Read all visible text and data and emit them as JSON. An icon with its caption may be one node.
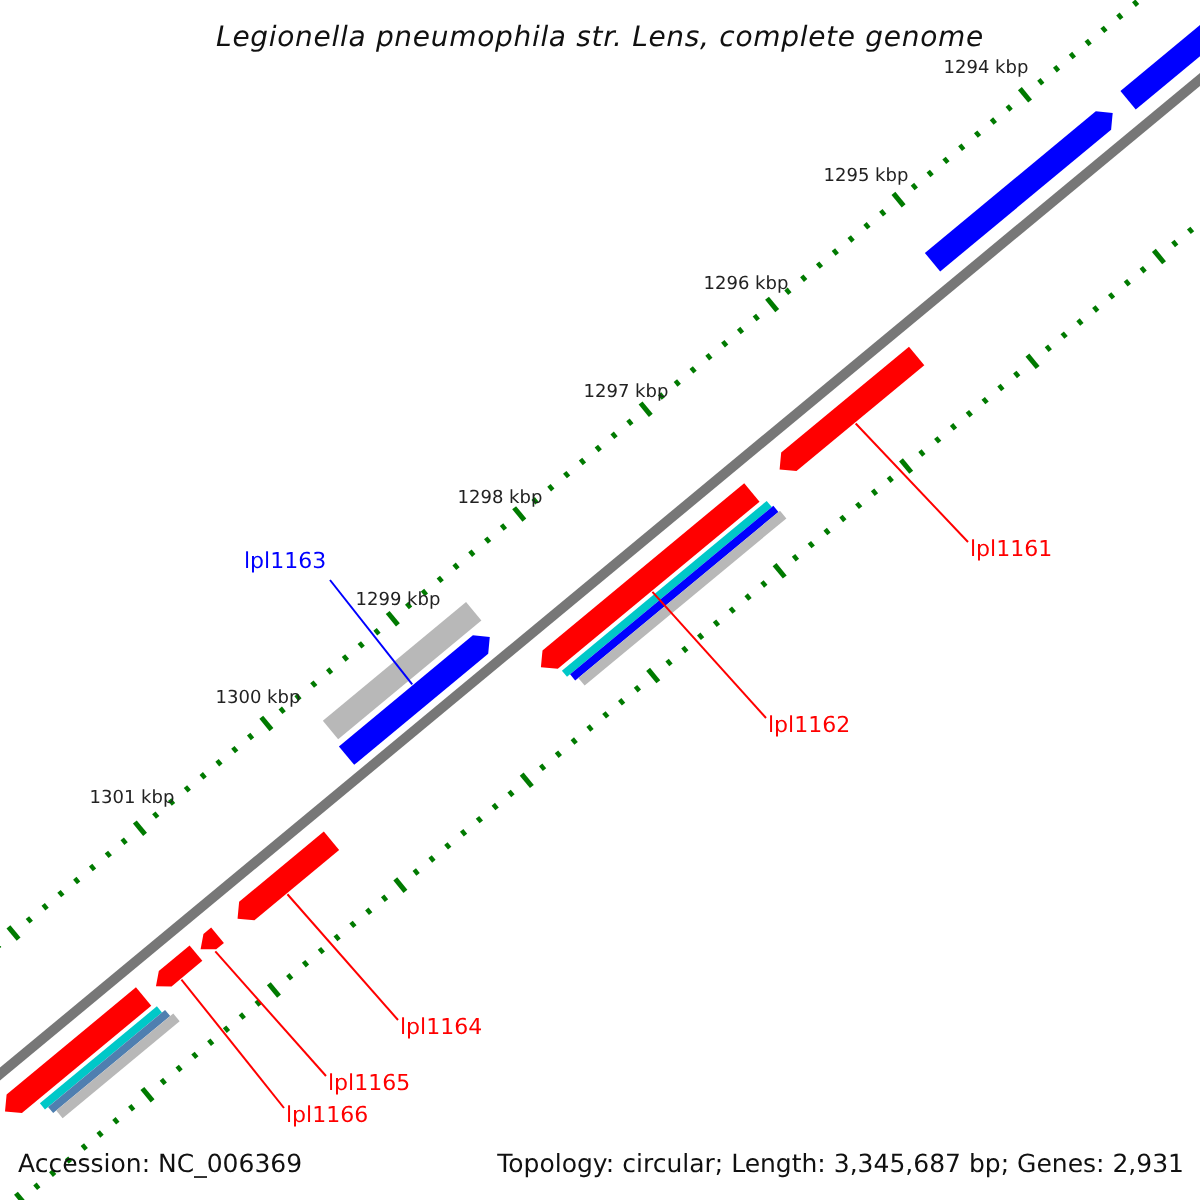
{
  "diagram": {
    "title": "Legionella pneumophila str. Lens, complete genome",
    "nodes": [
      {
        "text": [
          "lpl1161"
        ]
      },
      {
        "text": [
          "lpl1163"
        ]
      },
      {
        "text": [
          "lpl1162"
        ]
      },
      {
        "text": [
          "lpl1164"
        ]
      },
      {
        "text": [
          "lpl1165"
        ]
      },
      {
        "text": [
          "lpl1166"
        ]
      },
      {
        "text": [],
        "shape": "bar"
      },
      {
        "text": [],
        "shape": "bar"
      },
      {
        "text": [],
        "shape": "bar"
      },
      {
        "text": [],
        "shape": "bar"
      },
      {
        "text": [],
        "shape": "bar"
      },
      {
        "text": [],
        "shape": "bar"
      },
      {
        "text": [],
        "shape": "bar"
      },
      {
        "text": [],
        "shape": "bar"
      },
      {
        "text": [],
        "shape": "bar"
      },
      {
        "text": [],
        "shape": "bar"
      },
      {
        "text": [],
        "shape": "bar"
      },
      {
        "text": [],
        "shape": "bar"
      },
      {
        "text": [],
        "shape": "bar"
      },
      {
        "text": [],
        "shape": "bar"
      },
      {
        "text": [],
        "shape": "bar"
      },
      {
        "text": [],
        "shape": "bar"
      }
    ],
    "edges": [
      {
        "from": 0,
        "to": 8,
        "arrow": "none"
      },
      {
        "from": 1,
        "to": 14,
        "arrow": "none",
        "color": "#0000ff"
      },
      {
        "from": 2,
        "to": 9,
        "arrow": "none"
      },
      {
        "from": 3,
        "to": 15,
        "arrow": "none"
      },
      {
        "from": 4,
        "to": 16,
        "arrow": "none"
      },
      {
        "from": 5,
        "to": 17,
        "arrow": "none"
      }
    ],
    "labels": [
      "1294 kbp",
      "1295 kbp",
      "1296 kbp",
      "1297 kbp",
      "1298 kbp",
      "1299 kbp",
      "1300 kbp",
      "1301 kbp",
      "Accession: NC_006369",
      "Topology: circular; Length: 3,345,687 bp; Genes: 2,931"
    ]
  }
}
